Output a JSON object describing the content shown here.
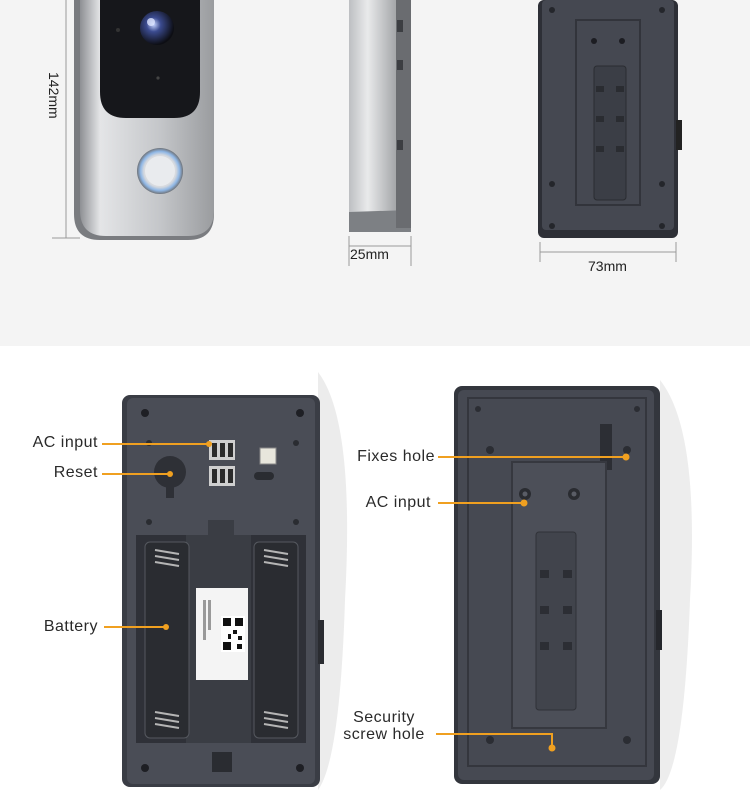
{
  "dimensions": {
    "height": "142mm",
    "depth": "25mm",
    "width": "73mm"
  },
  "callouts": {
    "ac_input_left": "AC input",
    "reset": "Reset",
    "battery": "Battery",
    "fixes_hole": "Fixes hole",
    "ac_input_right": "AC input",
    "security_line1": "Security",
    "security_line2": "screw hole"
  },
  "colors": {
    "callout_line": "#f0a020",
    "top_background": "#f4f4f4",
    "device_dark": "#3a3d45",
    "device_silver": "#c7c9cc"
  }
}
